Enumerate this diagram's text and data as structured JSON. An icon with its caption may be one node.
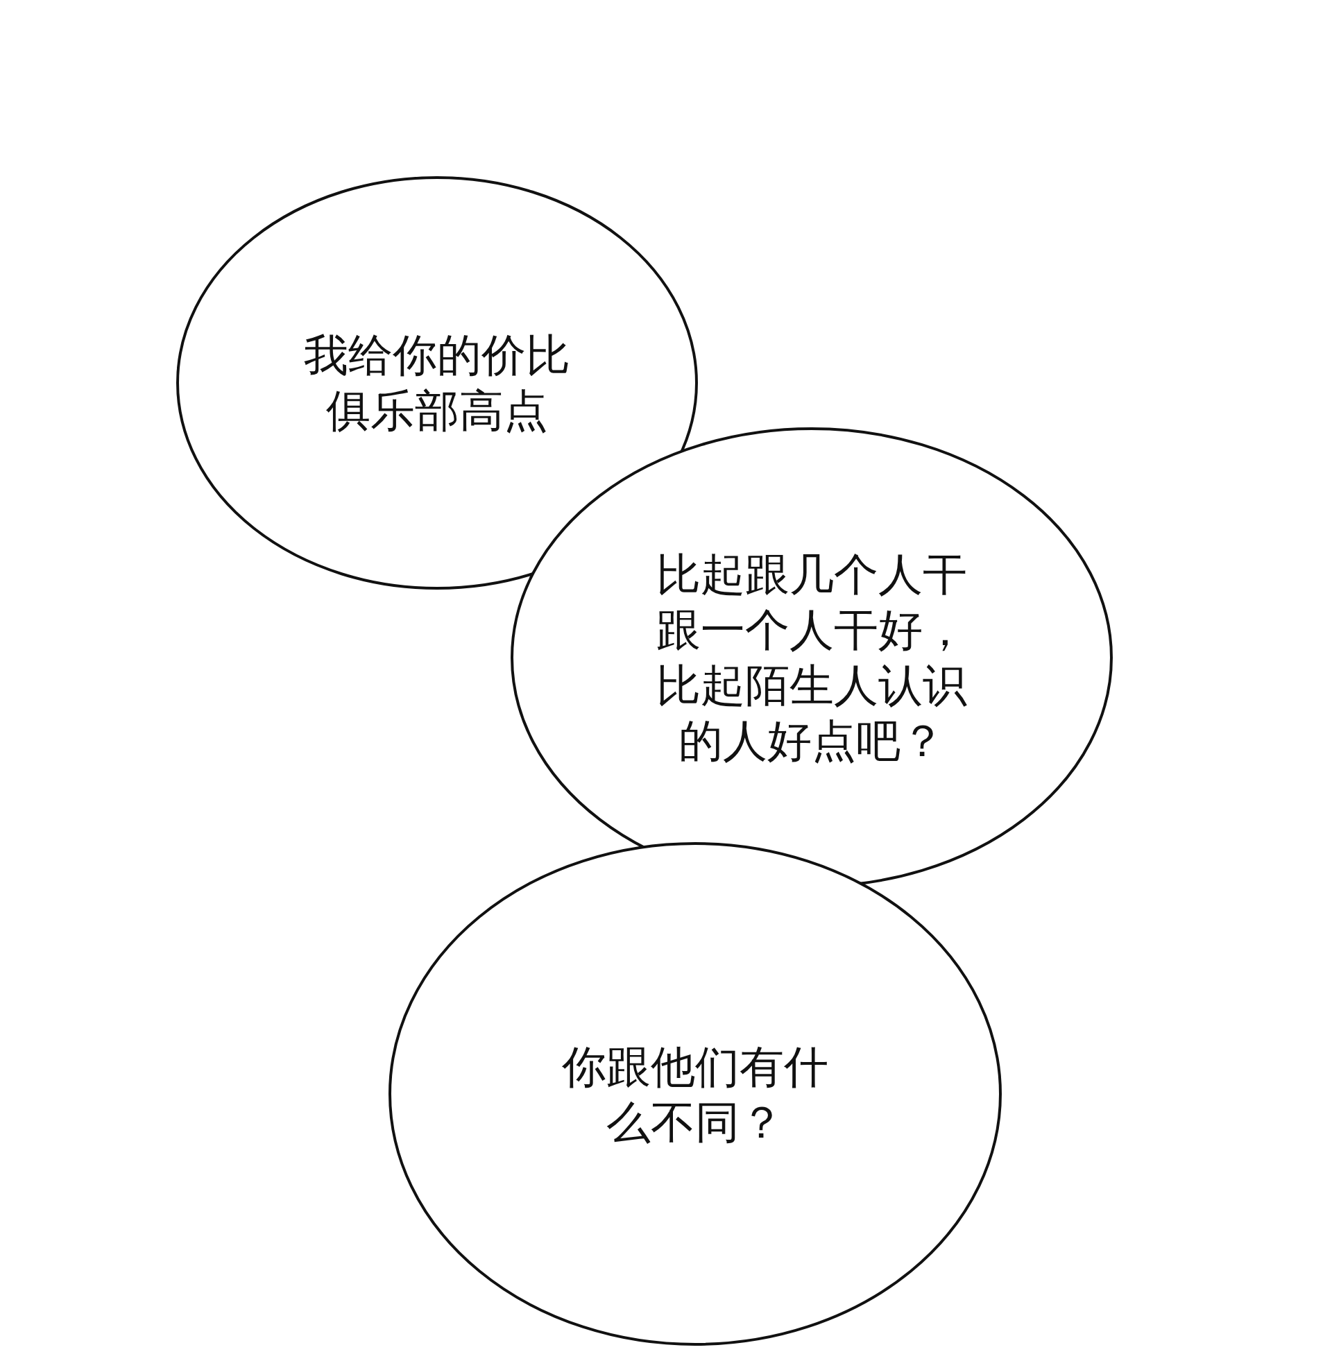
{
  "diagram": {
    "nodes": [
      {
        "text": [
          "我给你的价比俱乐部高点"
        ]
      },
      {
        "text": [
          "比起跟几个人干跟一个人干好，比起陌生人认识的人好点吧？"
        ]
      },
      {
        "text": [
          "你跟他们有什么不同？"
        ]
      }
    ]
  }
}
